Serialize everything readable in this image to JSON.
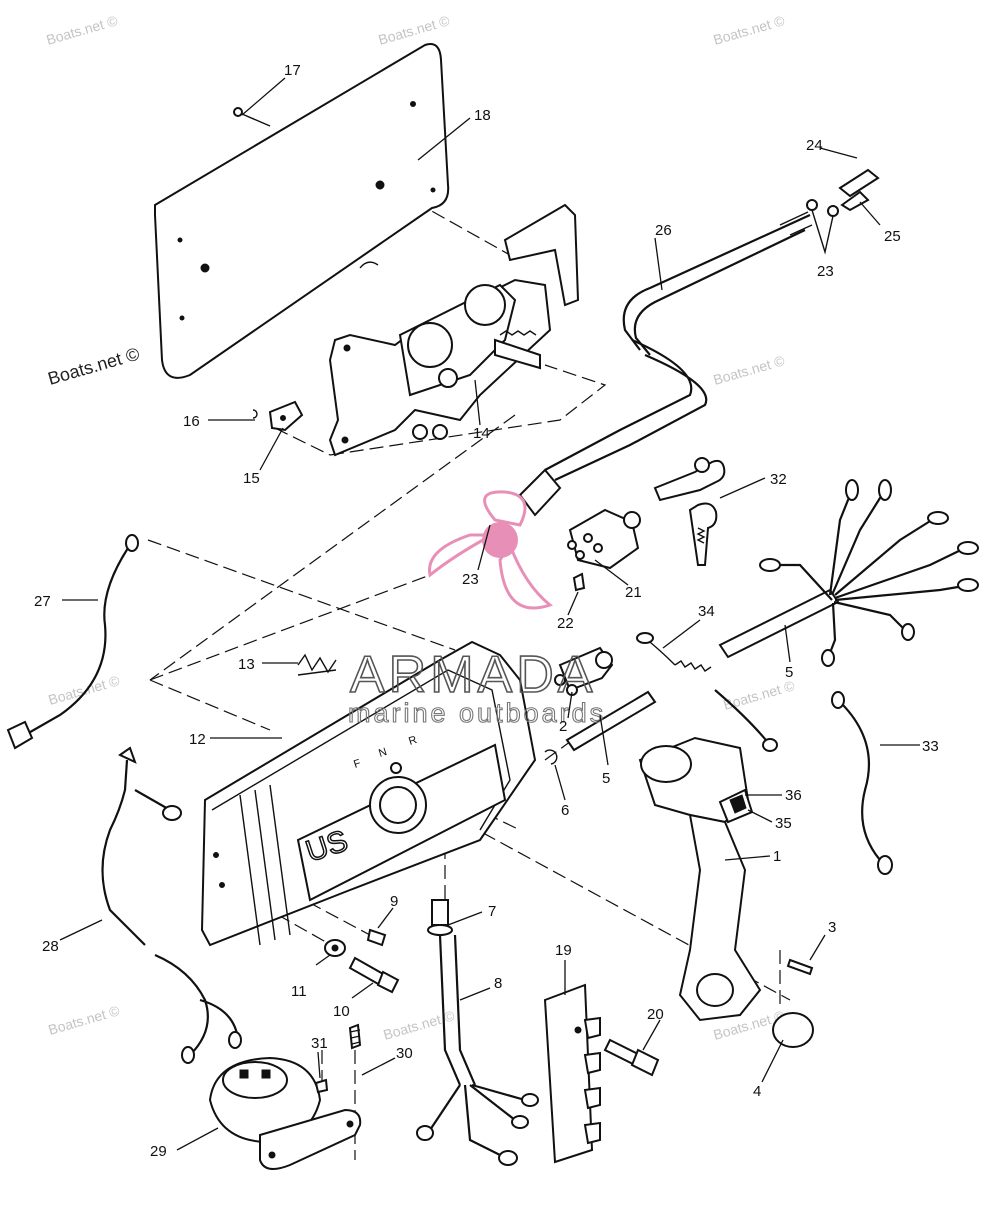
{
  "diagram": {
    "watermark_text": "Boats.net ©",
    "brand": {
      "name": "ARMADA",
      "tagline": "marine outboards",
      "accent_color": "#e88fb8"
    },
    "cover_letters": {
      "logo": "US",
      "shift_f": "F",
      "shift_n": "N",
      "shift_r": "R"
    },
    "labels": {
      "n17": "17",
      "n18": "18",
      "n24": "24",
      "n25": "25",
      "n23a": "23",
      "n26": "26",
      "n16": "16",
      "n15": "15",
      "n14": "14",
      "n32": "32",
      "n27": "27",
      "n23b": "23",
      "n21": "21",
      "n22": "22",
      "n13": "13",
      "n2": "2",
      "n34": "34",
      "n5a": "5",
      "n12": "12",
      "n5b": "5",
      "n6": "6",
      "n33": "33",
      "n36": "36",
      "n35": "35",
      "n1": "1",
      "n9": "9",
      "n7": "7",
      "n28": "28",
      "n11": "11",
      "n10": "10",
      "n8": "8",
      "n3": "3",
      "n19": "19",
      "n20": "20",
      "n31": "31",
      "n30": "30",
      "n4": "4",
      "n29": "29"
    }
  }
}
